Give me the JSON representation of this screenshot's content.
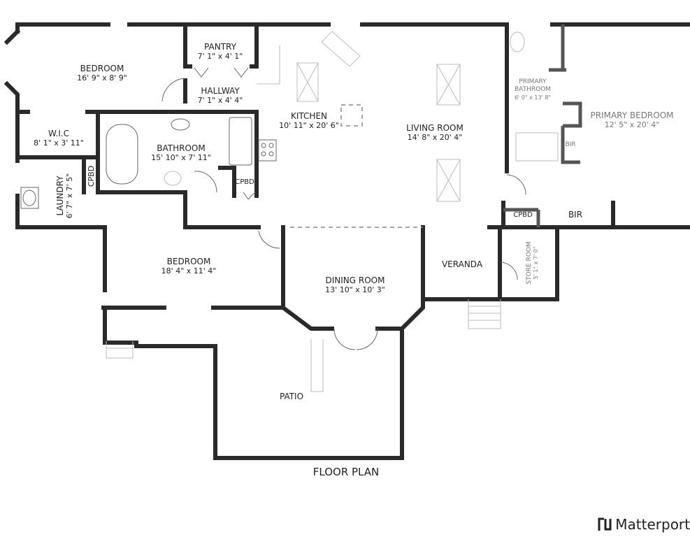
{
  "title": "FLOOR PLAN",
  "rooms": {
    "bedroom1": {
      "name": "BEDROOM",
      "dims": "16' 9\" x 8' 9\""
    },
    "pantry": {
      "name": "PANTRY",
      "dims": "7' 1\" x 4' 1\""
    },
    "hallway": {
      "name": "HALLWAY",
      "dims": "7' 1\" x 4' 4\""
    },
    "kitchen": {
      "name": "KITCHEN",
      "dims": "10' 11\" x 20' 6\""
    },
    "living": {
      "name": "LIVING ROOM",
      "dims": "14' 8\" x 20' 4\""
    },
    "primary_bath": {
      "name": "PRIMARY BATHROOM",
      "dims": "6' 0\" x 13' 8\""
    },
    "primary_bed": {
      "name": "PRIMARY BEDROOM",
      "dims": "12' 5\" x 20' 4\""
    },
    "wic": {
      "name": "W.I.C",
      "dims": "8' 1\" x 3' 11\""
    },
    "bathroom": {
      "name": "BATHROOM",
      "dims": "15' 10\" x 7' 11\""
    },
    "laundry": {
      "name": "LAUNDRY",
      "dims": "6' 7\" x 7' 5\""
    },
    "cpbd1": {
      "name": "CPBD"
    },
    "cpbd2": {
      "name": "CPBD"
    },
    "cpbd3": {
      "name": "CPBD"
    },
    "bir1": {
      "name": "BIR"
    },
    "bir2": {
      "name": "BIR"
    },
    "bedroom2": {
      "name": "BEDROOM",
      "dims": "18' 4\" x 11' 4\""
    },
    "dining": {
      "name": "DINING ROOM",
      "dims": "13' 10\" x 10' 3\""
    },
    "veranda": {
      "name": "VERANDA"
    },
    "store": {
      "name": "STORE ROOM",
      "dims": "5' 1\" x 7' 0\""
    },
    "patio": {
      "name": "PATIO"
    }
  },
  "brand": {
    "name": "Matterport",
    "icon": "matterport-logo-icon"
  }
}
